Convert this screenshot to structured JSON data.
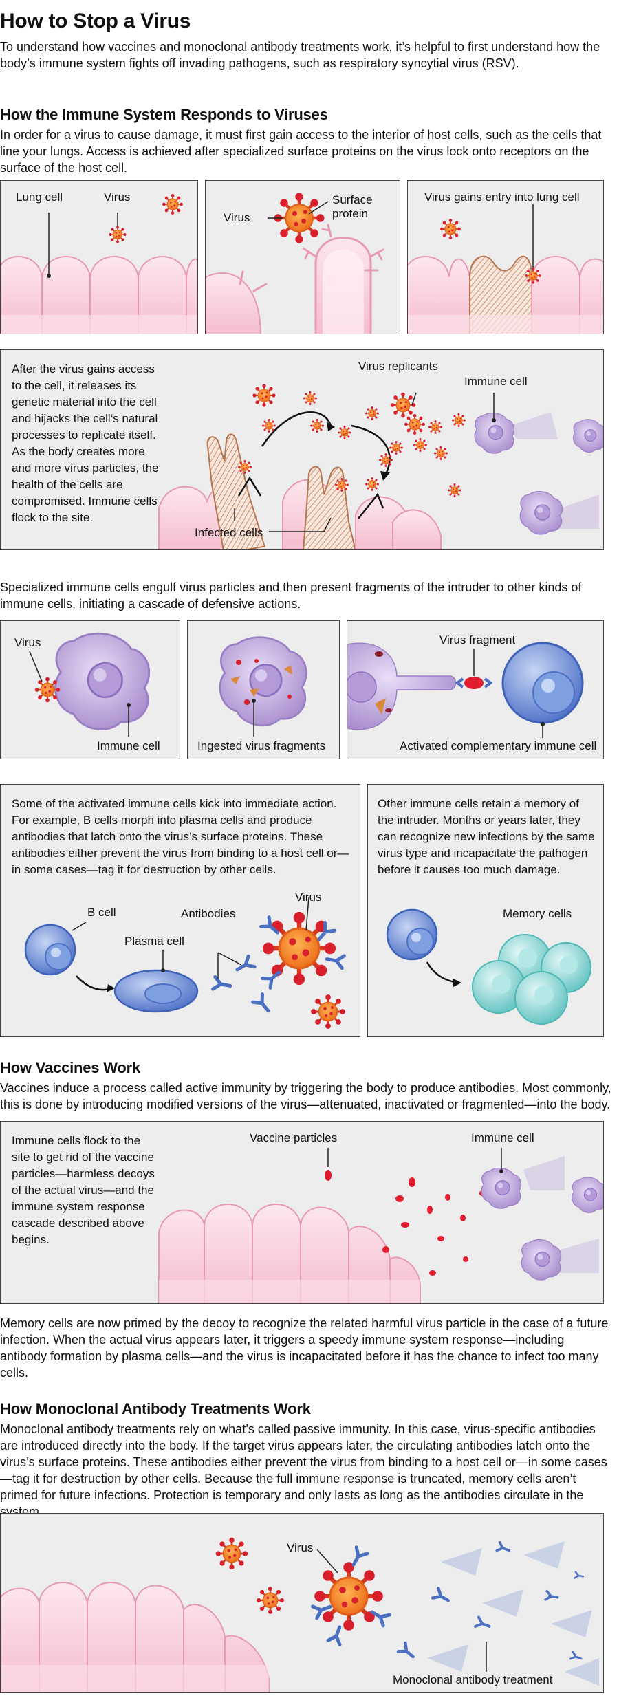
{
  "header": {
    "title": "How to Stop a Virus",
    "intro": "To understand how vaccines and monoclonal antibody treatments work, it’s helpful to first understand how the body’s immune system fights off invading pathogens, such as respiratory syncytial virus (RSV)."
  },
  "immune": {
    "heading": "How the Immune System Responds to Viruses",
    "text": "In order for a virus to cause damage, it must first gain access to the interior of host cells, such as the cells that line your lungs. Access is achieved after specialized surface proteins on the virus lock onto receptors on the surface of the host cell.",
    "panel1": {
      "lung_cell": "Lung cell",
      "virus": "Virus"
    },
    "panel2": {
      "virus": "Virus",
      "surface_protein": "Surface protein"
    },
    "panel3": {
      "caption": "Virus gains entry into lung cell"
    },
    "panel4": {
      "text": "After the virus gains access to the cell, it releases its genetic material into the cell and hijacks the cell’s natural processes to replicate itself. As the body creates more and more virus particles, the health of the cells are compromised. Immune cells flock to the site.",
      "replicants": "Virus replicants",
      "immune_cell": "Immune cell",
      "infected": "Infected cells"
    },
    "engulf_text": "Specialized immune cells engulf virus particles and then present fragments of the intruder to other kinds of immune cells, initiating a cascade of defensive actions.",
    "panel5": {
      "virus": "Virus",
      "immune_cell": "Immune cell"
    },
    "panel6": {
      "caption": "Ingested virus fragments"
    },
    "panel7": {
      "fragment": "Virus fragment",
      "activated": "Activated complementary immune cell"
    },
    "panel8": {
      "text": "Some of the activated immune cells kick into immediate action. For example, B cells morph into plasma cells and produce antibodies that latch onto the virus’s surface proteins. These antibodies either prevent the virus from binding to a host cell or—in some cases—tag it for destruction by other cells.",
      "bcell": "B cell",
      "plasma": "Plasma cell",
      "antibodies": "Antibodies",
      "virus": "Virus"
    },
    "panel9": {
      "text": "Other immune cells retain a memory of the intruder. Months or years later, they can recognize new infections by the same virus type and incapacitate the pathogen before it causes too much damage.",
      "memory": "Memory cells"
    }
  },
  "vaccines": {
    "heading": "How Vaccines Work",
    "text": "Vaccines induce a process called active immunity by triggering the body to produce antibodies. Most commonly, this is done by introducing modified versions of the virus—attenuated, inactivated or fragmented—into the body.",
    "panel": {
      "text": "Immune cells flock to the site to get rid of the vaccine particles—harmless decoys of the actual virus—and the immune system response cascade described above begins.",
      "particles": "Vaccine particles",
      "immune_cell": "Immune cell"
    },
    "after_text": "Memory cells are now primed by the decoy to recognize the related harmful virus particle in the case of a future infection. When the actual virus appears later, it triggers a speedy immune system response—including antibody formation by plasma cells—and the virus is incapacitated before it has the chance to infect too many cells."
  },
  "monoclonal": {
    "heading": "How Monoclonal Antibody Treatments Work",
    "text": "Monoclonal antibody treatments rely on what’s called passive immunity. In this case, virus-specific antibodies are introduced directly into the body. If the target virus appears later, the circulating antibodies latch onto the virus’s surface proteins. These antibodies either prevent the virus from binding to a host cell or—in some cases—tag it for destruction by other cells. Because the full immune response is truncated, memory cells aren’t primed for future infections. Protection is temporary and only lasts as long as the antibodies circulate in the system.",
    "panel": {
      "virus": "Virus",
      "treatment": "Monoclonal antibody treatment"
    }
  },
  "colors": {
    "lung_pink": "#f7c9d6",
    "lung_outline": "#e89ab2",
    "virus_orange": "#f08a2a",
    "virus_red": "#d8202c",
    "immune_purple": "#b7a0d6",
    "b_cell_blue": "#6d8ed6",
    "memory_teal": "#8fd8d6",
    "antibody_blue": "#4b6fc1"
  }
}
